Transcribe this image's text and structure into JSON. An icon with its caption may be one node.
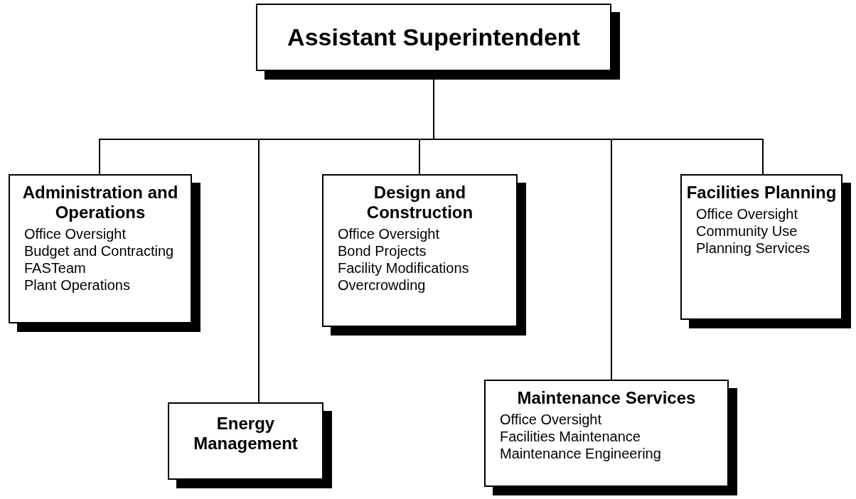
{
  "diagram": {
    "nodes": [
      {
        "text": [
          "Assistant Superintendent"
        ]
      },
      {
        "text": [
          "Administration and Operations",
          "Office Oversight",
          "Budget and Contracting",
          "FASTeam",
          "Plant Operations"
        ]
      },
      {
        "text": [
          "Energy Management"
        ]
      },
      {
        "text": [
          "Design and Construction",
          "Office Oversight",
          "Bond Projects",
          "Facility Modifications",
          "Overcrowding"
        ]
      },
      {
        "text": [
          "Maintenance Services",
          "Office Oversight",
          "Facilities Maintenance",
          "Maintenance Engineering"
        ]
      },
      {
        "text": [
          "Facilities Planning",
          "Office Oversight",
          "Community Use",
          "Planning Services"
        ]
      }
    ],
    "edges": [
      {
        "from": 0,
        "to": 1,
        "arrow": "none"
      },
      {
        "from": 0,
        "to": 2,
        "arrow": "none"
      },
      {
        "from": 0,
        "to": 3,
        "arrow": "none"
      },
      {
        "from": 0,
        "to": 4,
        "arrow": "none"
      },
      {
        "from": 0,
        "to": 5,
        "arrow": "none"
      }
    ]
  }
}
